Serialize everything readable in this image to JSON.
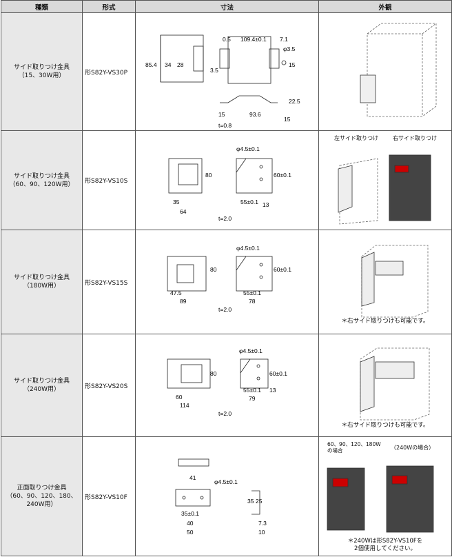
{
  "headers": {
    "type": "種類",
    "model": "形式",
    "dimensions": "寸法",
    "appearance": "外観"
  },
  "rows": [
    {
      "type_line1": "サイド取りつけ金具",
      "type_line2": "（15、30W用）",
      "model": "形S82Y-VS30P",
      "dims": {
        "a": "0.5",
        "b": "109.4±0.1",
        "c": "7.1",
        "d": "φ3.5",
        "e": "85.4",
        "f": "34",
        "g": "28",
        "h": "3.5",
        "i": "15",
        "j": "22.5",
        "k": "15",
        "l": "93.6",
        "m": "15",
        "t": "t=0.8"
      }
    },
    {
      "type_line1": "サイド取りつけ金具",
      "type_line2": "（60、90、120W用）",
      "model": "形S82Y-VS10S",
      "dims": {
        "a": "φ4.5±0.1",
        "b": "80",
        "c": "60±0.1",
        "d": "35",
        "e": "64",
        "f": "55±0.1",
        "g": "13",
        "t": "t=2.0"
      },
      "caption_left": "左サイド取りつけ",
      "caption_right": "右サイド取りつけ"
    },
    {
      "type_line1": "サイド取りつけ金具",
      "type_line2": "（180W用）",
      "model": "形S82Y-VS15S",
      "dims": {
        "a": "φ4.5±0.1",
        "b": "80",
        "c": "60±0.1",
        "d": "47.5",
        "e": "89",
        "f": "55±0.1",
        "g": "78",
        "t": "t=2.0"
      },
      "note": "＊右サイド取りつけも可能です。"
    },
    {
      "type_line1": "サイド取りつけ金具",
      "type_line2": "（240W用）",
      "model": "形S82Y-VS20S",
      "dims": {
        "a": "φ4.5±0.1",
        "b": "80",
        "c": "60±0.1",
        "d": "60",
        "e": "114",
        "f": "55±0.1",
        "g": "13",
        "h": "79",
        "t": "t=2.0"
      },
      "note": "＊右サイド取りつけも可能です。"
    },
    {
      "type_line1": "正面取りつけ金具",
      "type_line2": "（60、90、120、180、240W用）",
      "model": "形S82Y-VS10F",
      "dims": {
        "a": "41",
        "b": "φ4.5±0.1",
        "c": "35",
        "d": "25",
        "e": "35±0.1",
        "f": "40",
        "g": "50",
        "h": "7.3",
        "i": "10"
      },
      "label_left_line1": "60、90、120、180W",
      "label_left_line2": "の場合",
      "label_right": "（240Wの場合）",
      "note_line1": "＊240Wは形S82Y-VS10Fを",
      "note_line2": "2個使用してください。"
    }
  ]
}
